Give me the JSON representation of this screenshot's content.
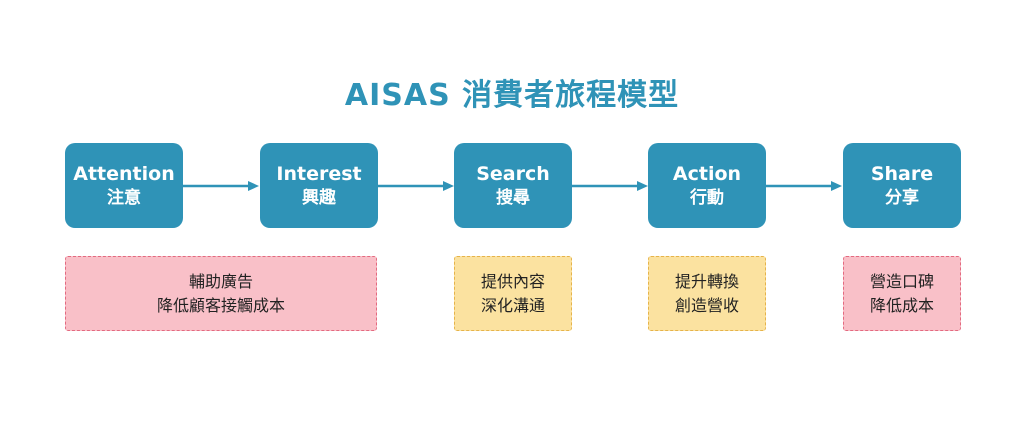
{
  "title": "AISAS 消費者旅程模型",
  "colors": {
    "stage_fill": "#2f93b7",
    "arrow": "#2f93b7",
    "pink_fill": "#f9c0c8",
    "pink_border": "#e36a80",
    "yellow_fill": "#fbe2a0",
    "yellow_border": "#e6b34a"
  },
  "stages": [
    {
      "en": "Attention",
      "zh": "注意"
    },
    {
      "en": "Interest",
      "zh": "興趣"
    },
    {
      "en": "Search",
      "zh": "搜尋"
    },
    {
      "en": "Action",
      "zh": "行動"
    },
    {
      "en": "Share",
      "zh": "分享"
    }
  ],
  "notes": [
    {
      "lines": [
        "輔助廣告",
        "降低顧客接觸成本"
      ],
      "color": "pink"
    },
    {
      "lines": [
        "提供內容",
        "深化溝通"
      ],
      "color": "yellow"
    },
    {
      "lines": [
        "提升轉換",
        "創造營收"
      ],
      "color": "yellow"
    },
    {
      "lines": [
        "營造口碑",
        "降低成本"
      ],
      "color": "pink"
    }
  ]
}
